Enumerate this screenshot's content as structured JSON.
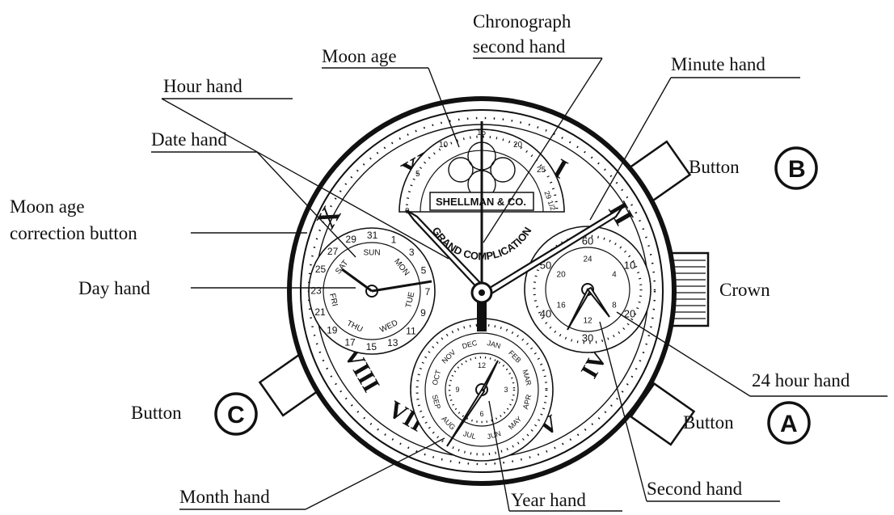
{
  "labels": {
    "chrono_line1": "Chronograph",
    "chrono_line2": "second hand",
    "moon_age": "Moon age",
    "minute_hand": "Minute hand",
    "hour_hand": "Hour hand",
    "date_hand": "Date hand",
    "moon_corr_line1": "Moon age",
    "moon_corr_line2": "correction button",
    "day_hand": "Day hand",
    "crown": "Crown",
    "hour24_hand": "24 hour hand",
    "button": "Button",
    "month_hand": "Month hand",
    "year_hand": "Year hand",
    "second_hand": "Second hand"
  },
  "buttons": {
    "a": "A",
    "b": "B",
    "c": "C"
  },
  "brand": {
    "name": "SHELLMAN & CO.",
    "arc_text": "GRAND COMPLICATION"
  },
  "numerals": {
    "xi": "XI",
    "i": "I",
    "x": "X",
    "ii": "II",
    "iv": "IV",
    "v": "V",
    "vii": "VII",
    "viii": "VIII"
  },
  "moon_scale": [
    "0",
    "5",
    "10",
    "15",
    "20",
    "25",
    "29 1/2"
  ],
  "date_scale": [
    "29",
    "31",
    "1",
    "3",
    "5",
    "7",
    "9",
    "11",
    "13",
    "15",
    "17",
    "19",
    "21",
    "23",
    "25",
    "27"
  ],
  "days": [
    "SUN",
    "MON",
    "TUE",
    "WED",
    "THU",
    "FRI",
    "SAT"
  ],
  "months": [
    "JAN",
    "FEB",
    "MAR",
    "APR",
    "MAY",
    "JUN",
    "JUL",
    "AUG",
    "SEP",
    "OCT",
    "NOV",
    "DEC"
  ],
  "year_scale": [
    "12",
    "3",
    "6",
    "9"
  ],
  "minute_register": {
    "outer": [
      "60",
      "10",
      "20",
      "30",
      "40",
      "50"
    ],
    "inner": [
      "24",
      "4",
      "8",
      "12",
      "16",
      "20"
    ]
  }
}
